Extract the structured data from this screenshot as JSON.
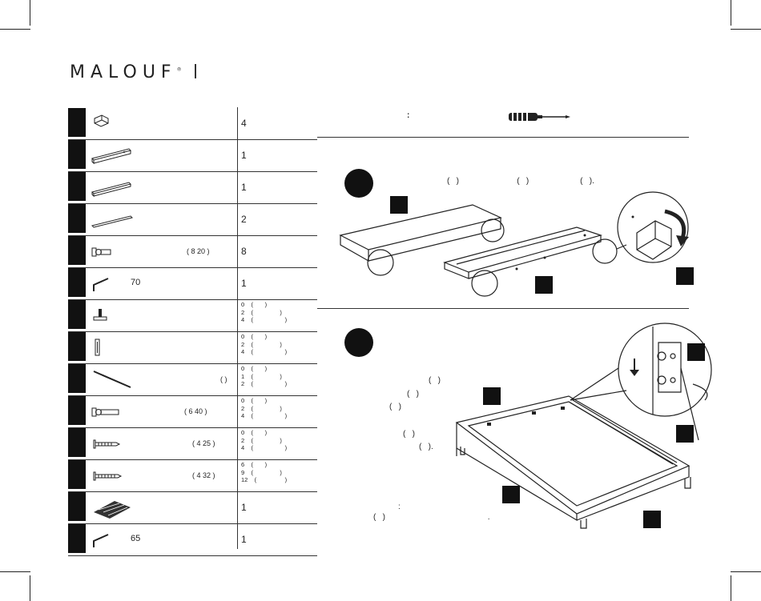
{
  "brand": "MALOUF",
  "brand_mark": "®",
  "parts": [
    {
      "icon": "corner-block-icon",
      "name": "",
      "size": "",
      "qty": "4"
    },
    {
      "icon": "side-rail-icon",
      "name": "",
      "size": "",
      "qty": "1"
    },
    {
      "icon": "end-rail-icon",
      "name": "",
      "size": "",
      "qty": "1"
    },
    {
      "icon": "slat-support-icon",
      "name": "",
      "size": "",
      "qty": "2"
    },
    {
      "icon": "bolt-icon",
      "name": "",
      "size": "( 8 20 )",
      "qty": "8"
    },
    {
      "icon": "allen-key-icon",
      "name": "70",
      "size": "",
      "qty": "1"
    },
    {
      "icon": "leg-icon",
      "name": "",
      "size": "",
      "qty_lines": "0    (       )\n2    (                )\n4    (                   )"
    },
    {
      "icon": "bracket-icon",
      "name": "",
      "size": "",
      "qty_lines": "0    (       )\n2    (                )\n4    (                   )"
    },
    {
      "icon": "long-rod-icon",
      "name": "",
      "size": "( )",
      "qty_lines": "0    (       )\n1    (                )\n2    (                   )"
    },
    {
      "icon": "long-bolt-icon",
      "name": "",
      "size": "( 6 40 )",
      "qty_lines": "0    (       )\n2    (                )\n4    (                   )"
    },
    {
      "icon": "screw-icon",
      "name": "",
      "size": "( 4 25 )",
      "qty_lines": "0    (       )\n2    (                )\n4    (                   )"
    },
    {
      "icon": "long-screw-icon",
      "name": "",
      "size": "( 4 32 )",
      "qty_lines": "6    (       )\n9    (                )\n12    (                 )"
    },
    {
      "icon": "slat-roll-icon",
      "name": "",
      "size": "",
      "qty": "1"
    },
    {
      "icon": "allen-key-icon",
      "name": "65",
      "size": "",
      "qty": "1"
    }
  ],
  "tools": {
    "colon": ":",
    "tool_icon": "screwdriver-icon"
  },
  "step1": {
    "line": "(   )                          (   )                       (   )."
  },
  "step2": {
    "lines": [
      "(   )",
      "(   )",
      "(   )",
      "(   )",
      "(   )."
    ],
    "note_colon": ":",
    "note": "(   )                                              ."
  }
}
